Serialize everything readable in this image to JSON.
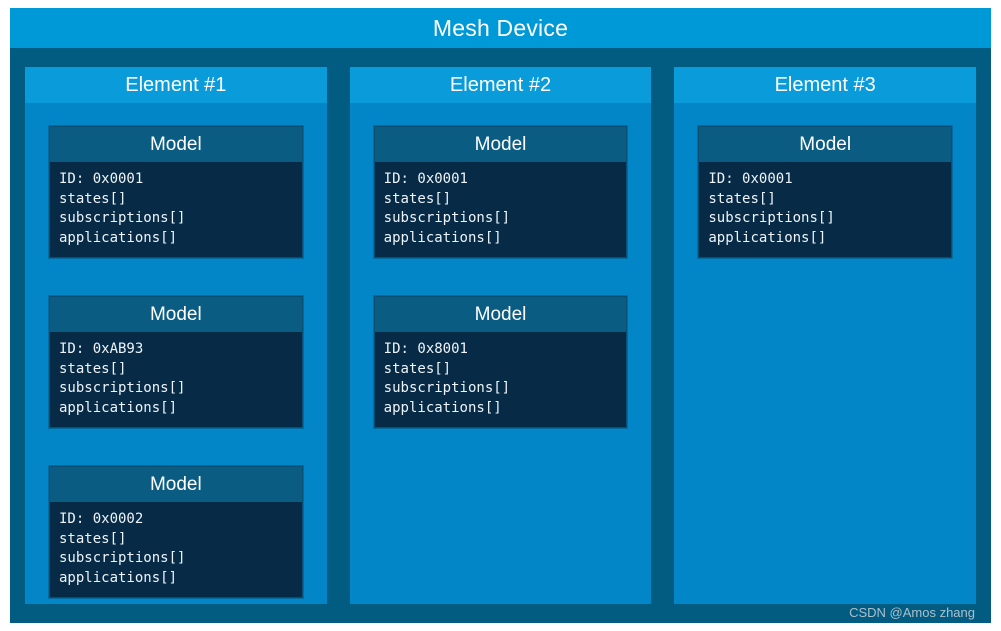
{
  "device": {
    "title": "Mesh Device",
    "title_bg": "#0099d8",
    "body_bg": "#025c82"
  },
  "elements": [
    {
      "title": "Element #1",
      "models": [
        {
          "title": "Model",
          "lines": [
            "ID: 0x0001",
            "states[]",
            "subscriptions[]",
            "applications[]"
          ]
        },
        {
          "title": "Model",
          "lines": [
            "ID: 0xAB93",
            "states[]",
            "subscriptions[]",
            "applications[]"
          ]
        },
        {
          "title": "Model",
          "lines": [
            "ID: 0x0002",
            "states[]",
            "subscriptions[]",
            "applications[]"
          ]
        }
      ]
    },
    {
      "title": "Element #2",
      "models": [
        {
          "title": "Model",
          "lines": [
            "ID: 0x0001",
            "states[]",
            "subscriptions[]",
            "applications[]"
          ]
        },
        {
          "title": "Model",
          "lines": [
            "ID: 0x8001",
            "states[]",
            "subscriptions[]",
            "applications[]"
          ]
        }
      ]
    },
    {
      "title": "Element #3",
      "models": [
        {
          "title": "Model",
          "lines": [
            "ID: 0x0001",
            "states[]",
            "subscriptions[]",
            "applications[]"
          ]
        }
      ]
    }
  ],
  "watermark": "CSDN @Amos zhang",
  "colors": {
    "device_title": "#0099d8",
    "device_body": "#025c82",
    "element_title": "#0a9bdb",
    "element_body": "#0386c8",
    "model_title": "#0a5c83",
    "model_body": "#072a46",
    "text": "#ffffff",
    "mono_text": "#eef4f8"
  }
}
